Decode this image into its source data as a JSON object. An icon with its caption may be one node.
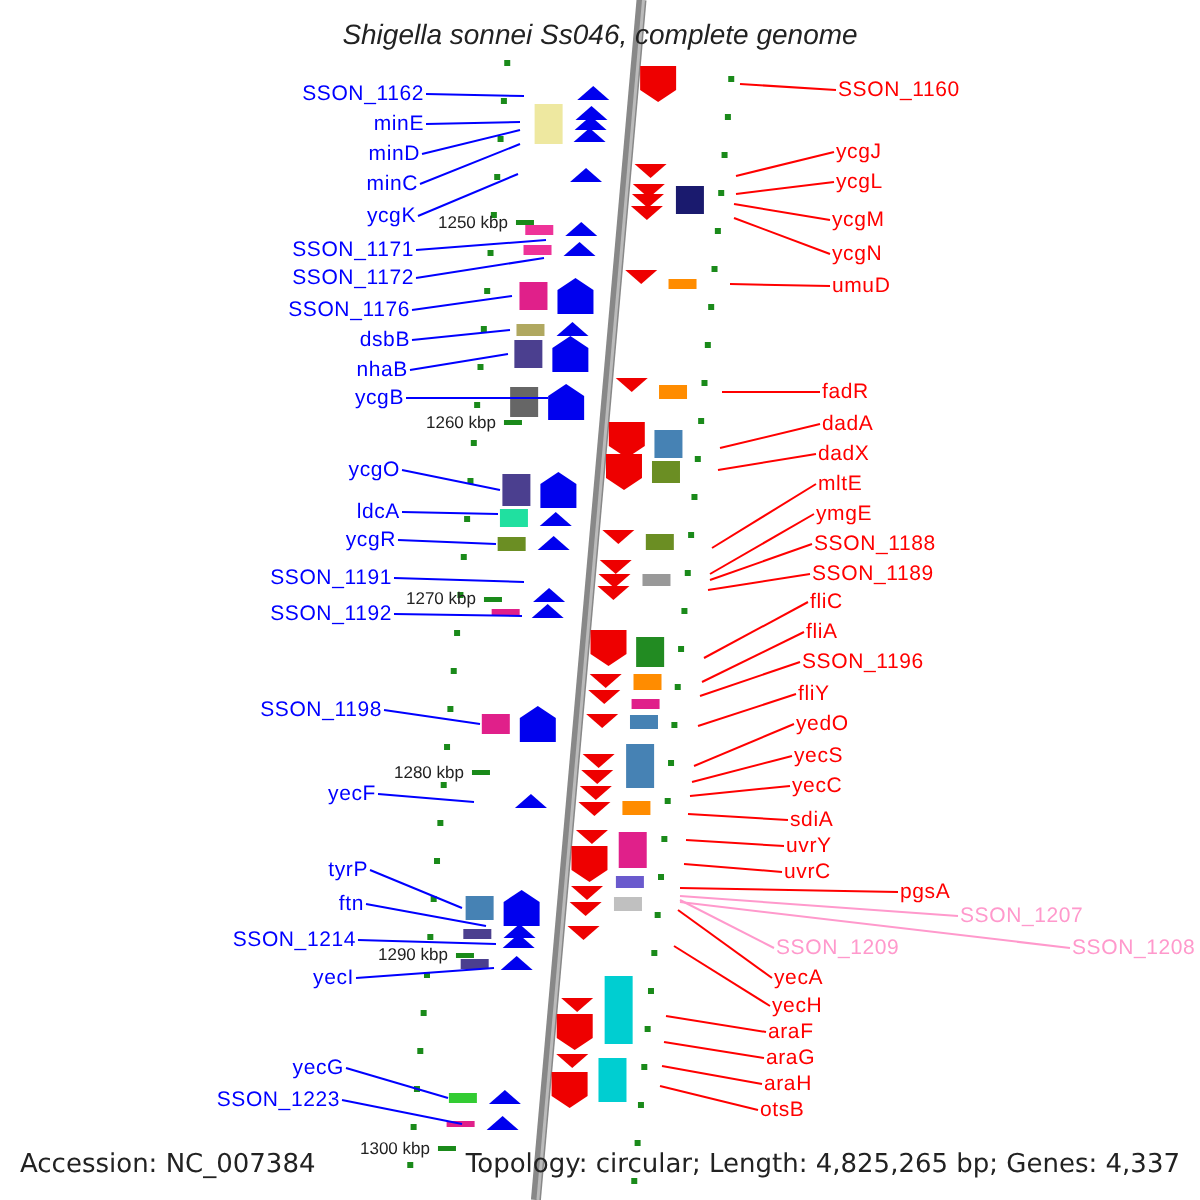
{
  "diagram": {
    "title": "Shigella sonnei Ss046, complete genome",
    "nodes": [
      {
        "text": [
          "SSON_1162"
        ]
      },
      {
        "text": [
          "minE"
        ]
      },
      {
        "text": [
          "minD"
        ]
      },
      {
        "text": [
          "minC"
        ]
      },
      {
        "text": [
          "ycgK"
        ]
      },
      {
        "text": [
          "SSON_1171"
        ]
      },
      {
        "text": [
          "SSON_1172"
        ]
      },
      {
        "text": [
          "SSON_1176"
        ]
      },
      {
        "text": [
          "dsbB"
        ]
      },
      {
        "text": [
          "nhaB"
        ]
      },
      {
        "text": [
          "ycgB"
        ]
      },
      {
        "text": [
          "ycgO"
        ]
      },
      {
        "text": [
          "ldcA"
        ]
      },
      {
        "text": [
          "ycgR"
        ]
      },
      {
        "text": [
          "SSON_1191"
        ]
      },
      {
        "text": [
          "SSON_1192"
        ]
      },
      {
        "text": [
          "SSON_1198"
        ]
      },
      {
        "text": [
          "yecF"
        ]
      },
      {
        "text": [
          "tyrP"
        ]
      },
      {
        "text": [
          "ftn"
        ]
      },
      {
        "text": [
          "SSON_1214"
        ]
      },
      {
        "text": [
          "yecI"
        ]
      },
      {
        "text": [
          "yecG"
        ]
      },
      {
        "text": [
          "SSON_1223"
        ]
      },
      {
        "text": [
          "SSON_1160"
        ]
      },
      {
        "text": [
          "ycgJ"
        ]
      },
      {
        "text": [
          "ycgL"
        ]
      },
      {
        "text": [
          "ycgM"
        ]
      },
      {
        "text": [
          "ycgN"
        ]
      },
      {
        "text": [
          "umuD"
        ]
      },
      {
        "text": [
          "fadR"
        ]
      },
      {
        "text": [
          "dadA"
        ]
      },
      {
        "text": [
          "dadX"
        ]
      },
      {
        "text": [
          "mltE"
        ]
      },
      {
        "text": [
          "ymgE"
        ]
      },
      {
        "text": [
          "SSON_1188"
        ]
      },
      {
        "text": [
          "SSON_1189"
        ]
      },
      {
        "text": [
          "fliC"
        ]
      },
      {
        "text": [
          "fliA"
        ]
      },
      {
        "text": [
          "SSON_1196"
        ]
      },
      {
        "text": [
          "fliY"
        ]
      },
      {
        "text": [
          "yedO"
        ]
      },
      {
        "text": [
          "yecS"
        ]
      },
      {
        "text": [
          "yecC"
        ]
      },
      {
        "text": [
          "sdiA"
        ]
      },
      {
        "text": [
          "uvrY"
        ]
      },
      {
        "text": [
          "uvrC"
        ]
      },
      {
        "text": [
          "pgsA"
        ]
      },
      {
        "text": [
          "SSON_1209"
        ]
      },
      {
        "text": [
          "SSON_1207"
        ]
      },
      {
        "text": [
          "SSON_1208"
        ]
      },
      {
        "text": [
          "yecA"
        ]
      },
      {
        "text": [
          "yecH"
        ]
      },
      {
        "text": [
          "araF"
        ]
      },
      {
        "text": [
          "araG"
        ]
      },
      {
        "text": [
          "araH"
        ]
      },
      {
        "text": [
          "otsB"
        ]
      }
    ],
    "edges": [
      {
        "from": 0,
        "to": null,
        "arrow": "none",
        "color": "#0000ff"
      },
      {
        "from": 1,
        "to": null,
        "arrow": "none",
        "color": "#0000ff"
      },
      {
        "from": 2,
        "to": null,
        "arrow": "none",
        "color": "#0000ff"
      },
      {
        "from": 3,
        "to": null,
        "arrow": "none",
        "color": "#0000ff"
      },
      {
        "from": 4,
        "to": null,
        "arrow": "none",
        "color": "#0000ff"
      },
      {
        "from": 5,
        "to": null,
        "arrow": "none",
        "color": "#0000ff"
      },
      {
        "from": 6,
        "to": null,
        "arrow": "none",
        "color": "#0000ff"
      },
      {
        "from": 7,
        "to": null,
        "arrow": "none",
        "color": "#0000ff"
      },
      {
        "from": 8,
        "to": null,
        "arrow": "none",
        "color": "#0000ff"
      },
      {
        "from": 9,
        "to": null,
        "arrow": "none",
        "color": "#0000ff"
      },
      {
        "from": 10,
        "to": null,
        "arrow": "none",
        "color": "#0000ff"
      },
      {
        "from": 11,
        "to": null,
        "arrow": "none",
        "color": "#0000ff"
      },
      {
        "from": 12,
        "to": null,
        "arrow": "none",
        "color": "#0000ff"
      },
      {
        "from": 13,
        "to": null,
        "arrow": "none",
        "color": "#0000ff"
      },
      {
        "from": 14,
        "to": null,
        "arrow": "none",
        "color": "#0000ff"
      },
      {
        "from": 15,
        "to": null,
        "arrow": "none",
        "color": "#0000ff"
      },
      {
        "from": 16,
        "to": null,
        "arrow": "none",
        "color": "#0000ff"
      },
      {
        "from": 17,
        "to": null,
        "arrow": "none",
        "color": "#0000ff"
      },
      {
        "from": 18,
        "to": null,
        "arrow": "none",
        "color": "#0000ff"
      },
      {
        "from": 19,
        "to": null,
        "arrow": "none",
        "color": "#0000ff"
      },
      {
        "from": 20,
        "to": null,
        "arrow": "none",
        "color": "#0000ff"
      },
      {
        "from": 21,
        "to": null,
        "arrow": "none",
        "color": "#0000ff"
      },
      {
        "from": 22,
        "to": null,
        "arrow": "none",
        "color": "#0000ff"
      },
      {
        "from": 23,
        "to": null,
        "arrow": "none",
        "color": "#0000ff"
      },
      {
        "from": 24,
        "to": null,
        "arrow": "none"
      },
      {
        "from": 25,
        "to": null,
        "arrow": "none"
      },
      {
        "from": 26,
        "to": null,
        "arrow": "none"
      },
      {
        "from": 27,
        "to": null,
        "arrow": "none"
      },
      {
        "from": 28,
        "to": null,
        "arrow": "none"
      },
      {
        "from": 29,
        "to": null,
        "arrow": "none"
      },
      {
        "from": 30,
        "to": null,
        "arrow": "none"
      },
      {
        "from": 31,
        "to": null,
        "arrow": "none"
      },
      {
        "from": 32,
        "to": null,
        "arrow": "none"
      },
      {
        "from": 33,
        "to": null,
        "arrow": "none"
      },
      {
        "from": 34,
        "to": null,
        "arrow": "none"
      },
      {
        "from": 35,
        "to": null,
        "arrow": "none"
      },
      {
        "from": 36,
        "to": null,
        "arrow": "none"
      },
      {
        "from": 37,
        "to": null,
        "arrow": "none"
      },
      {
        "from": 38,
        "to": null,
        "arrow": "none"
      },
      {
        "from": 39,
        "to": null,
        "arrow": "none"
      },
      {
        "from": 40,
        "to": null,
        "arrow": "none"
      },
      {
        "from": 41,
        "to": null,
        "arrow": "none"
      },
      {
        "from": 42,
        "to": null,
        "arrow": "none"
      },
      {
        "from": 43,
        "to": null,
        "arrow": "none"
      },
      {
        "from": 44,
        "to": null,
        "arrow": "none"
      },
      {
        "from": 45,
        "to": null,
        "arrow": "none"
      },
      {
        "from": 46,
        "to": null,
        "arrow": "none"
      },
      {
        "from": 47,
        "to": null,
        "arrow": "none"
      },
      {
        "from": 48,
        "to": null,
        "arrow": "none",
        "color": "#ff99cc"
      },
      {
        "from": 49,
        "to": null,
        "arrow": "none",
        "color": "#ff99cc"
      },
      {
        "from": 50,
        "to": null,
        "arrow": "none",
        "color": "#ff99cc"
      },
      {
        "from": 51,
        "to": null,
        "arrow": "none"
      },
      {
        "from": 52,
        "to": null,
        "arrow": "none"
      },
      {
        "from": 53,
        "to": null,
        "arrow": "none"
      },
      {
        "from": 54,
        "to": null,
        "arrow": "none"
      },
      {
        "from": 55,
        "to": null,
        "arrow": "none"
      },
      {
        "from": 56,
        "to": null,
        "arrow": "none"
      }
    ],
    "labels": [
      "1250 kbp",
      "1260 kbp",
      "1270 kbp",
      "1280 kbp",
      "1290 kbp",
      "1300 kbp",
      "Accession: NC_007384",
      "Topology: circular; Length: 4,825,265 bp; Genes: 4,337"
    ]
  }
}
